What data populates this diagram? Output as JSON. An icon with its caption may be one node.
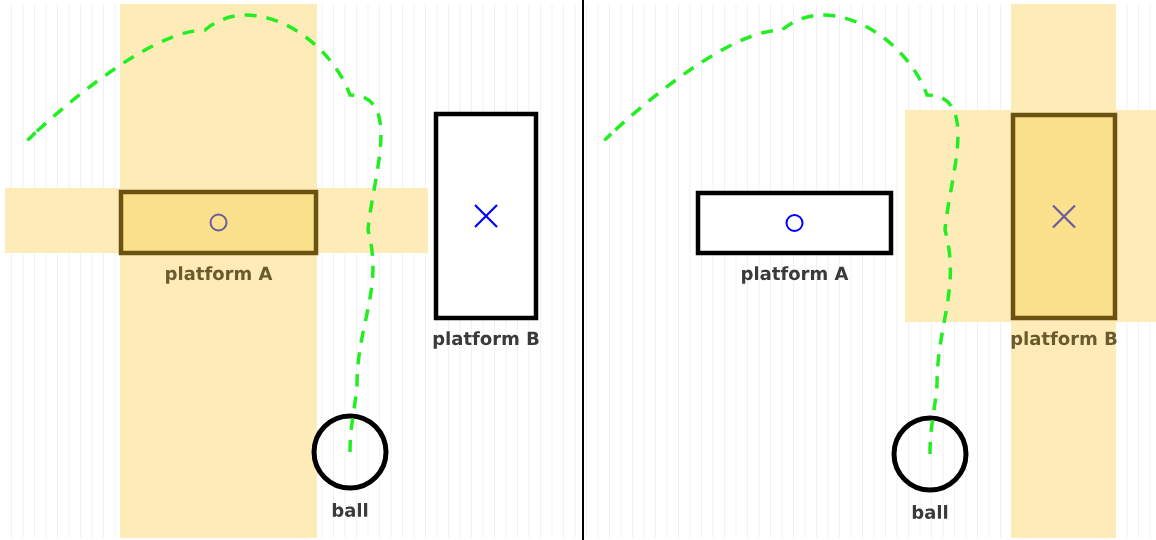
{
  "diagram": {
    "nodes": [
      {
        "text": [
          "platform A"
        ]
      },
      {
        "text": [
          "platform B"
        ]
      },
      {
        "text": [
          "ball"
        ]
      },
      {
        "text": [
          "platform A"
        ]
      },
      {
        "text": [
          "platform B"
        ]
      },
      {
        "text": [
          "ball"
        ]
      }
    ],
    "edges": [
      {
        "from": 2,
        "to": null,
        "arrow": "none",
        "style": "dashed"
      },
      {
        "from": 5,
        "to": null,
        "arrow": "none",
        "style": "dashed"
      }
    ]
  }
}
